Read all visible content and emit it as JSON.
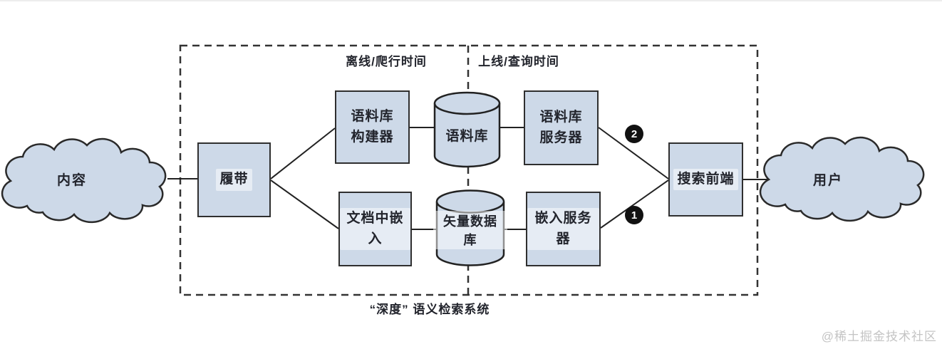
{
  "title": "“深度” 语义检索系统",
  "regions": {
    "offline": "离线/爬行时间",
    "online": "上线/查询时间"
  },
  "nodes": {
    "content": "内容",
    "crawler": "履带",
    "corpus_builder": "语料库\n构建器",
    "corpus_db": "语料库",
    "corpus_server": "语料库\n服务器",
    "doc_embedder": "文档中嵌入",
    "vector_db": "矢量数据库",
    "embed_server": "嵌入服务器",
    "search_frontend": "搜索前端",
    "user": "用户"
  },
  "badges": {
    "one": "1",
    "two": "2"
  },
  "watermark": "@稀土掘金技术社区",
  "colors": {
    "node_fill": "#cdd9e8",
    "node_border": "#2f2f2f",
    "line": "#222222",
    "dashed_border": "#333333",
    "badge_bg": "#111111",
    "badge_text": "#ffffff",
    "watermark": "#c4c4c4"
  }
}
